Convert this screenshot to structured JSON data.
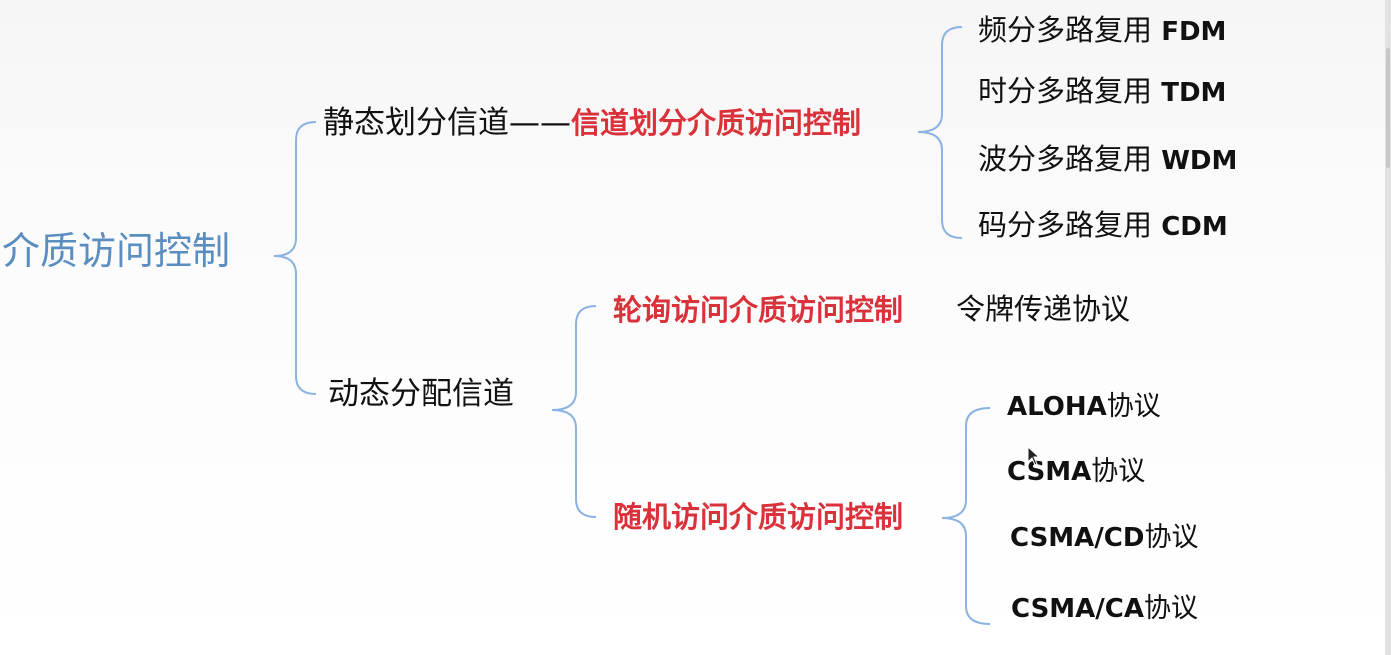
{
  "root": "介质访问控制",
  "static": {
    "label": "静态划分信道",
    "dash": "——",
    "method": "信道划分介质访问控制",
    "items": [
      {
        "zh": "频分多路复用 ",
        "en": "FDM"
      },
      {
        "zh": "时分多路复用 ",
        "en": "TDM"
      },
      {
        "zh": "波分多路复用 ",
        "en": "WDM"
      },
      {
        "zh": "码分多路复用 ",
        "en": "CDM"
      }
    ]
  },
  "dynamic": {
    "label": "动态分配信道",
    "polling": {
      "method": "轮询访问介质访问控制",
      "protocol": "令牌传递协议"
    },
    "random": {
      "method": "随机访问介质访问控制",
      "protocols": [
        {
          "en": "ALOHA",
          "zh": "协议"
        },
        {
          "en": "CSMA",
          "zh": "协议"
        },
        {
          "en": "CSMA/CD",
          "zh": "协议"
        },
        {
          "en": "CSMA/CA",
          "zh": "协议"
        }
      ]
    }
  },
  "colors": {
    "root": "#5a8dc0",
    "accent_red": "#d9323a",
    "brace": "#8db3e2",
    "text": "#111111"
  }
}
